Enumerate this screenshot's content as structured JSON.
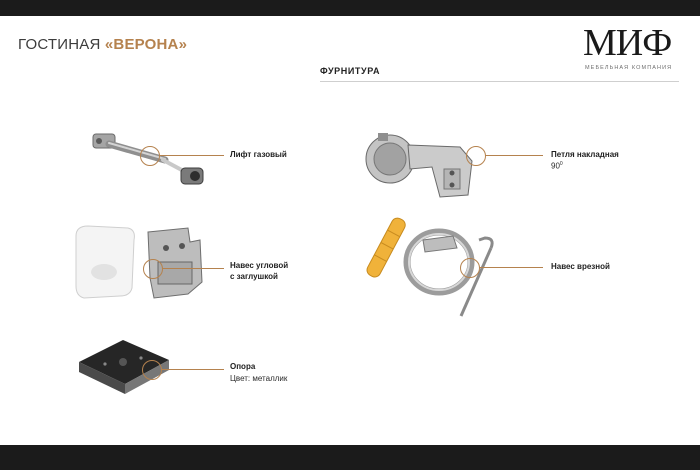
{
  "title": {
    "prefix": "ГОСТИНАЯ ",
    "name": "«ВЕРОНА»"
  },
  "logo": {
    "main": "МИФ",
    "sub": "МЕБЕЛЬНАЯ КОМПАНИЯ"
  },
  "section": {
    "label": "ФУРНИТУРА"
  },
  "items": {
    "gas_lift": {
      "label": "Лифт газовый"
    },
    "corner_hinge": {
      "line1": "Навес угловой",
      "line2": "с заглушкой"
    },
    "support": {
      "label": "Опора",
      "color": "Цвет: металлик"
    },
    "overlay_hinge": {
      "label": "Петля накладная",
      "angle": "90"
    },
    "mortise_hinge": {
      "label": "Навес врезной"
    }
  },
  "colors": {
    "accent": "#b5824e",
    "dark_bar": "#1b1b1b"
  }
}
